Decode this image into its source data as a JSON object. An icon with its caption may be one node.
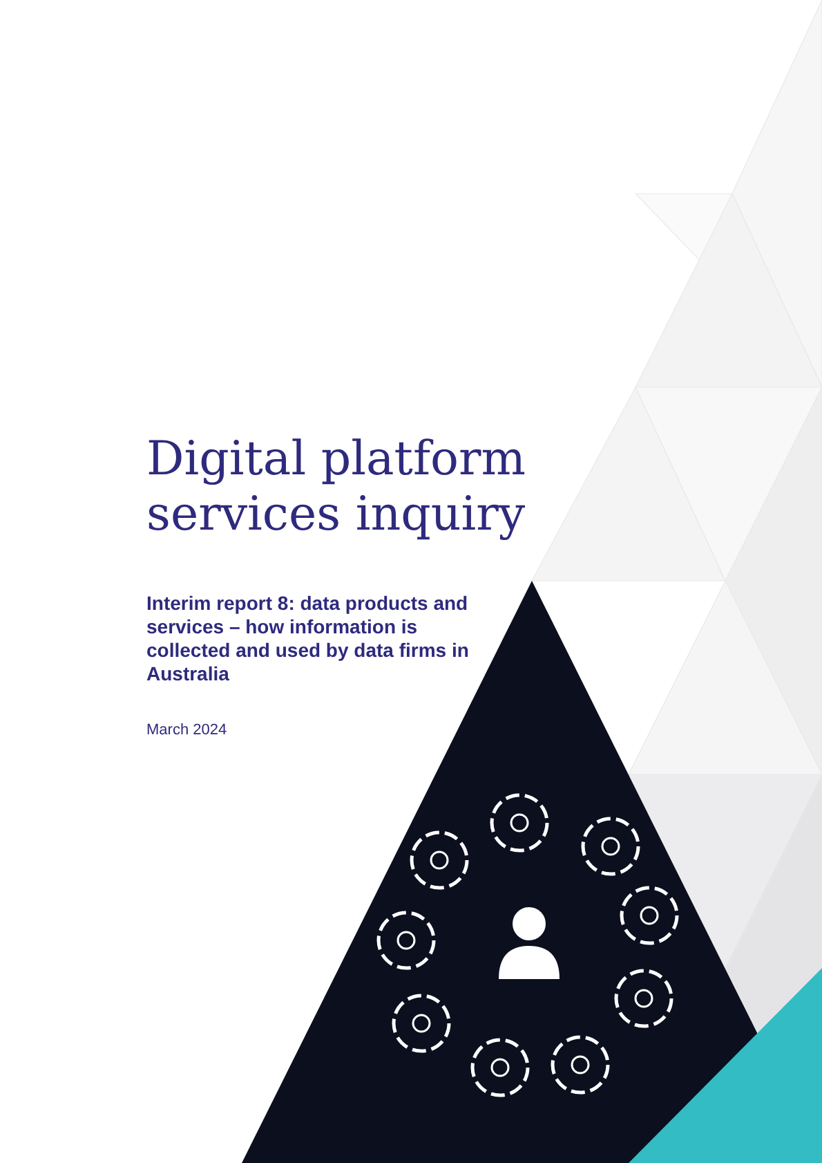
{
  "diagram": {
    "title": "Digital platform services inquiry",
    "labels": [
      "Interim report 8: data products and services – how information is collected and used by data firms in Australia",
      "March 2024"
    ]
  }
}
